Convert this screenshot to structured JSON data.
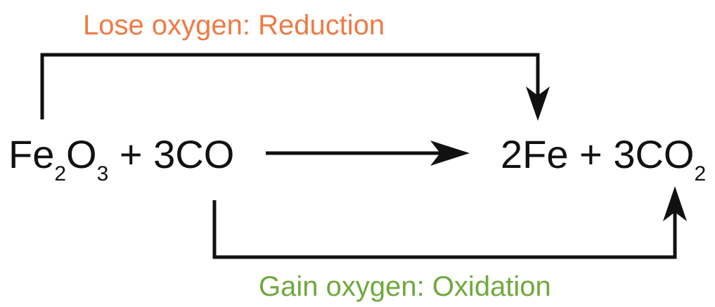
{
  "labels": {
    "reduction": "Lose oxygen: Reduction",
    "oxidation": "Gain oxygen: Oxidation"
  },
  "equation": {
    "reactants": {
      "fe": "Fe",
      "fe_sub": "2",
      "o": "O",
      "o_sub": "3",
      "plus": " + ",
      "co": "3CO"
    },
    "products": {
      "fe": "2Fe",
      "plus": " + ",
      "co2": "3CO",
      "co2_sub": "2"
    }
  },
  "colors": {
    "reduction": "#ef7a45",
    "oxidation": "#6fa83d",
    "text": "#111111"
  }
}
